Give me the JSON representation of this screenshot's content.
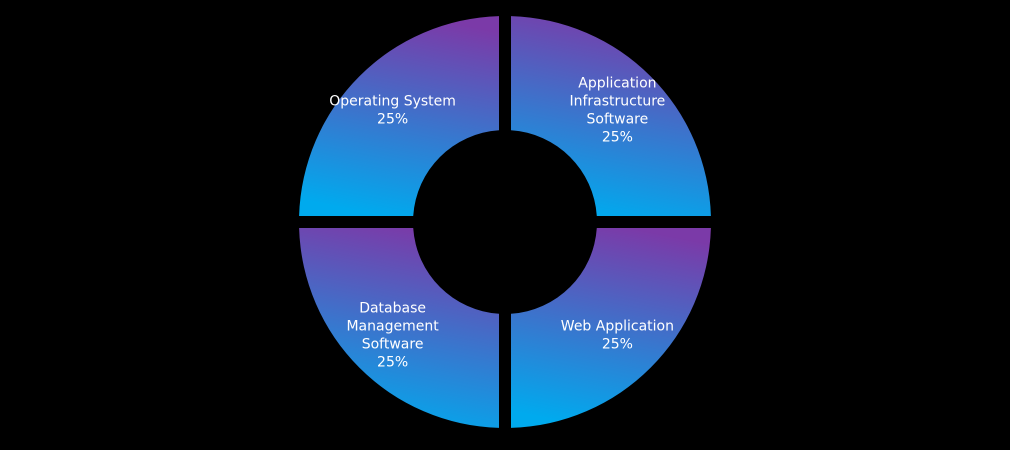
{
  "chart_data": {
    "type": "pie",
    "variant": "donut",
    "title": "",
    "background": "#000000",
    "gradient": {
      "start": "#7b3aa8",
      "end": "#00aaee"
    },
    "legend": "none",
    "slices": [
      {
        "name": "Application Infrastructure Software",
        "label_lines": [
          "Application",
          "Infrastructure",
          "Software"
        ],
        "value": 25,
        "value_label": "25%"
      },
      {
        "name": "Web Application",
        "label_lines": [
          "Web Application"
        ],
        "value": 25,
        "value_label": "25%"
      },
      {
        "name": "Database Management Software",
        "label_lines": [
          "Database",
          "Management",
          "Software"
        ],
        "value": 25,
        "value_label": "25%"
      },
      {
        "name": "Operating System",
        "label_lines": [
          "Operating System"
        ],
        "value": 25,
        "value_label": "25%"
      }
    ]
  }
}
